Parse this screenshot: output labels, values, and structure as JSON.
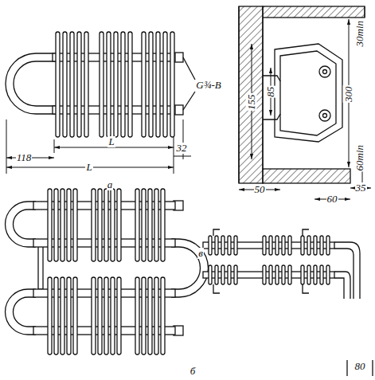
{
  "diagram": {
    "labels": [
      "G¾-B",
      "118",
      "L",
      "L",
      "32",
      "а",
      "30min",
      "155",
      "85",
      "300",
      "60min",
      "50",
      "35",
      "60",
      "в",
      "б",
      "80"
    ]
  }
}
